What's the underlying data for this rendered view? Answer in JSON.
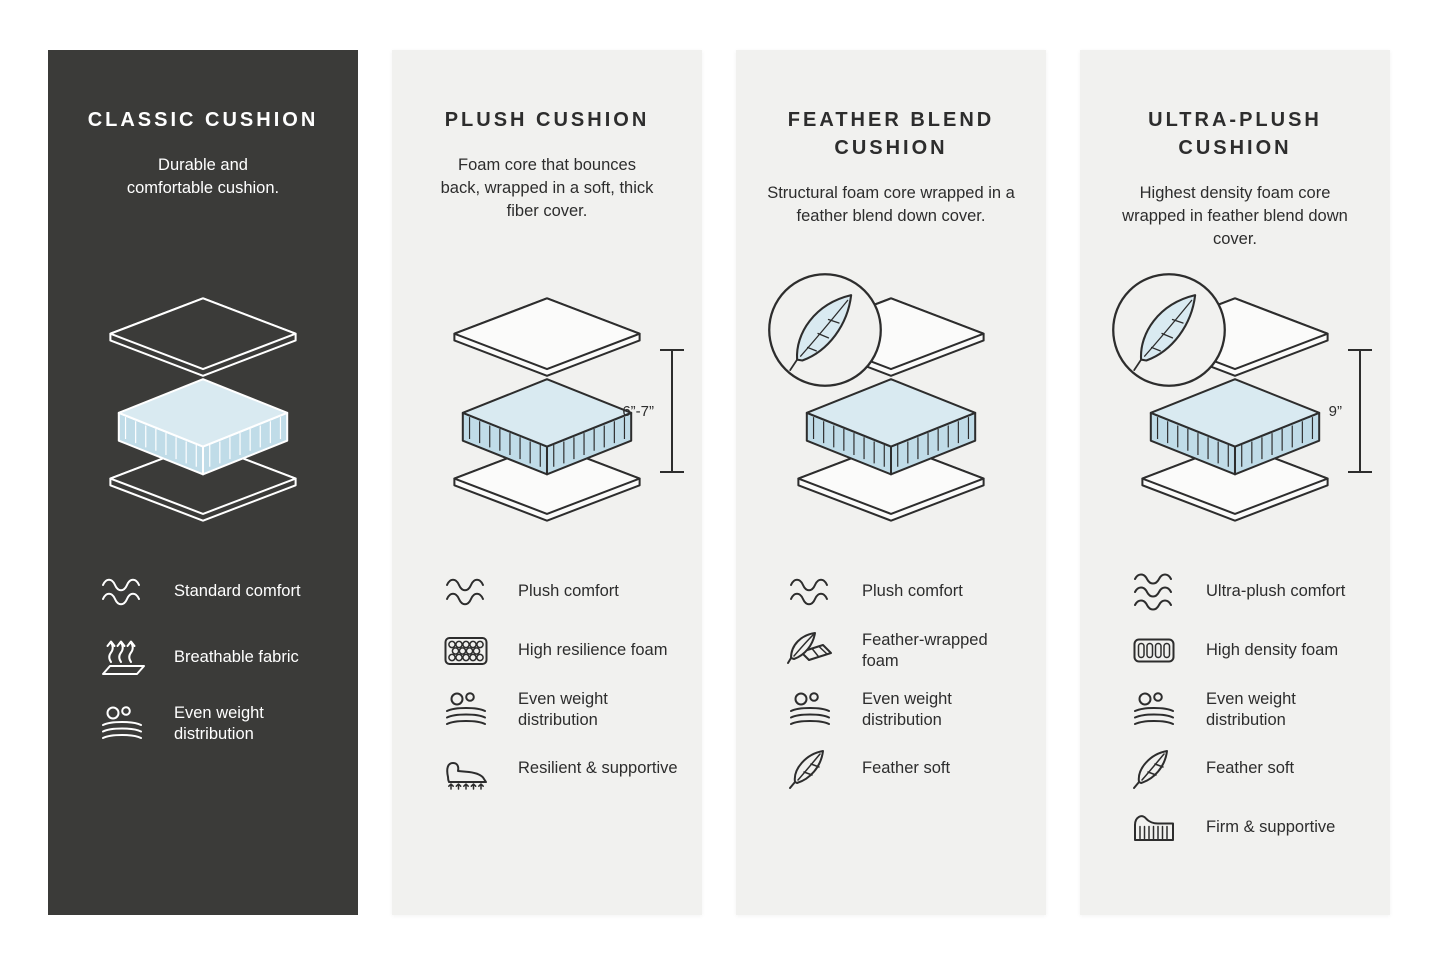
{
  "page": {
    "background": "#ffffff"
  },
  "colors": {
    "dark_panel_bg": "#3b3b39",
    "light_panel_bg": "#f1f1ef",
    "outline_dark": "#2d2d2d",
    "text_light": "#ffffff",
    "foam_top": "#d9eaf1",
    "foam_side": "#c0dce8"
  },
  "panels": [
    {
      "id": "classic-cushion",
      "theme": "dark",
      "title": "CLASSIC CUSHION",
      "description": "Durable and comfortable cushion.",
      "dimension": null,
      "feather_badge": false,
      "features": [
        {
          "icon": "wave-comfort-icon",
          "label": "Standard comfort"
        },
        {
          "icon": "breathable-fabric-icon",
          "label": "Breathable fabric"
        },
        {
          "icon": "even-weight-icon",
          "label": "Even weight distribution"
        }
      ]
    },
    {
      "id": "plush-cushion",
      "theme": "light",
      "title": "PLUSH CUSHION",
      "description": "Foam core that bounces back, wrapped in a soft, thick fiber cover.",
      "dimension": "6”-7”",
      "feather_badge": false,
      "features": [
        {
          "icon": "wave-comfort-icon",
          "label": "Plush comfort"
        },
        {
          "icon": "high-resilience-foam-icon",
          "label": "High resilience foam"
        },
        {
          "icon": "even-weight-icon",
          "label": "Even weight distribution"
        },
        {
          "icon": "resilient-supportive-icon",
          "label": "Resilient & supportive"
        }
      ]
    },
    {
      "id": "feather-blend-cushion",
      "theme": "light",
      "title": "FEATHER BLEND CUSHION",
      "description": "Structural foam core wrapped in a feather blend down cover.",
      "dimension": null,
      "feather_badge": true,
      "features": [
        {
          "icon": "wave-comfort-icon",
          "label": "Plush comfort"
        },
        {
          "icon": "feather-wrapped-foam-icon",
          "label": "Feather-wrapped foam"
        },
        {
          "icon": "even-weight-icon",
          "label": "Even weight distribution"
        },
        {
          "icon": "feather-soft-icon",
          "label": "Feather soft"
        }
      ]
    },
    {
      "id": "ultra-plush-cushion",
      "theme": "light",
      "title": "ULTRA-PLUSH CUSHION",
      "description": "Highest density foam core wrapped in feather blend down cover.",
      "dimension": "9”",
      "feather_badge": true,
      "features": [
        {
          "icon": "ultra-wave-comfort-icon",
          "label": "Ultra-plush comfort"
        },
        {
          "icon": "high-density-foam-icon",
          "label": "High density foam"
        },
        {
          "icon": "even-weight-icon",
          "label": "Even weight distribution"
        },
        {
          "icon": "feather-soft-icon",
          "label": "Feather soft"
        },
        {
          "icon": "firm-supportive-icon",
          "label": "Firm & supportive"
        }
      ]
    }
  ]
}
